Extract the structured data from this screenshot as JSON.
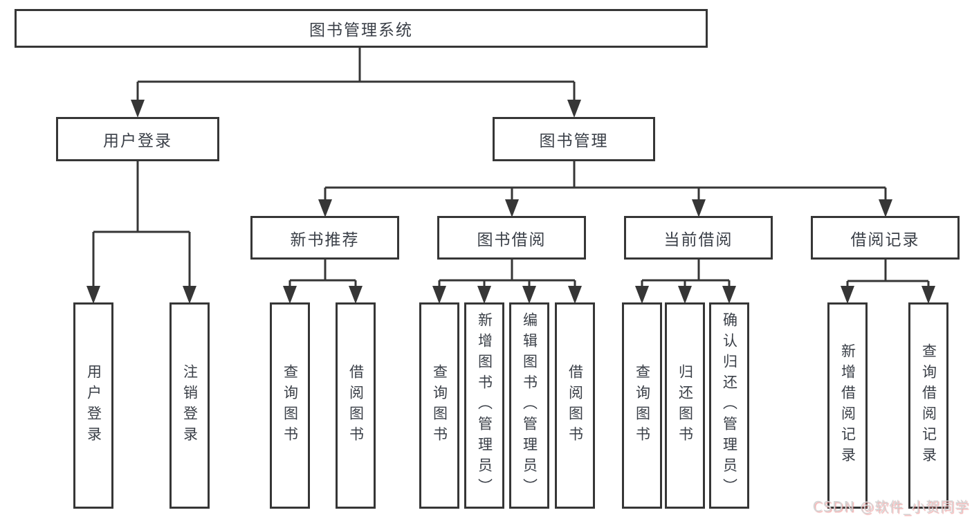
{
  "tree": {
    "root": "图书管理系统",
    "children": [
      {
        "label": "用户登录",
        "children": [
          {
            "label": "用户登录"
          },
          {
            "label": "注销登录"
          }
        ]
      },
      {
        "label": "图书管理",
        "children": [
          {
            "label": "新书推荐",
            "children": [
              {
                "label": "查询图书"
              },
              {
                "label": "借阅图书"
              }
            ]
          },
          {
            "label": "图书借阅",
            "children": [
              {
                "label": "查询图书"
              },
              {
                "label": "新增图书（管理员）"
              },
              {
                "label": "编辑图书（管理员）"
              },
              {
                "label": "借阅图书"
              }
            ]
          },
          {
            "label": "当前借阅",
            "children": [
              {
                "label": "查询图书"
              },
              {
                "label": "归还图书"
              },
              {
                "label": "确认归还（管理员）"
              }
            ]
          },
          {
            "label": "借阅记录",
            "children": [
              {
                "label": "新增借阅记录"
              },
              {
                "label": "查询借阅记录"
              }
            ]
          }
        ]
      }
    ]
  },
  "watermark": "CSDN @软件_小贺同学",
  "colors": {
    "line": "#363636",
    "text": "#3a3f47",
    "background": "#ffffff",
    "watermark_text": "#d4d4d4",
    "watermark_shadow": "#e87070"
  }
}
